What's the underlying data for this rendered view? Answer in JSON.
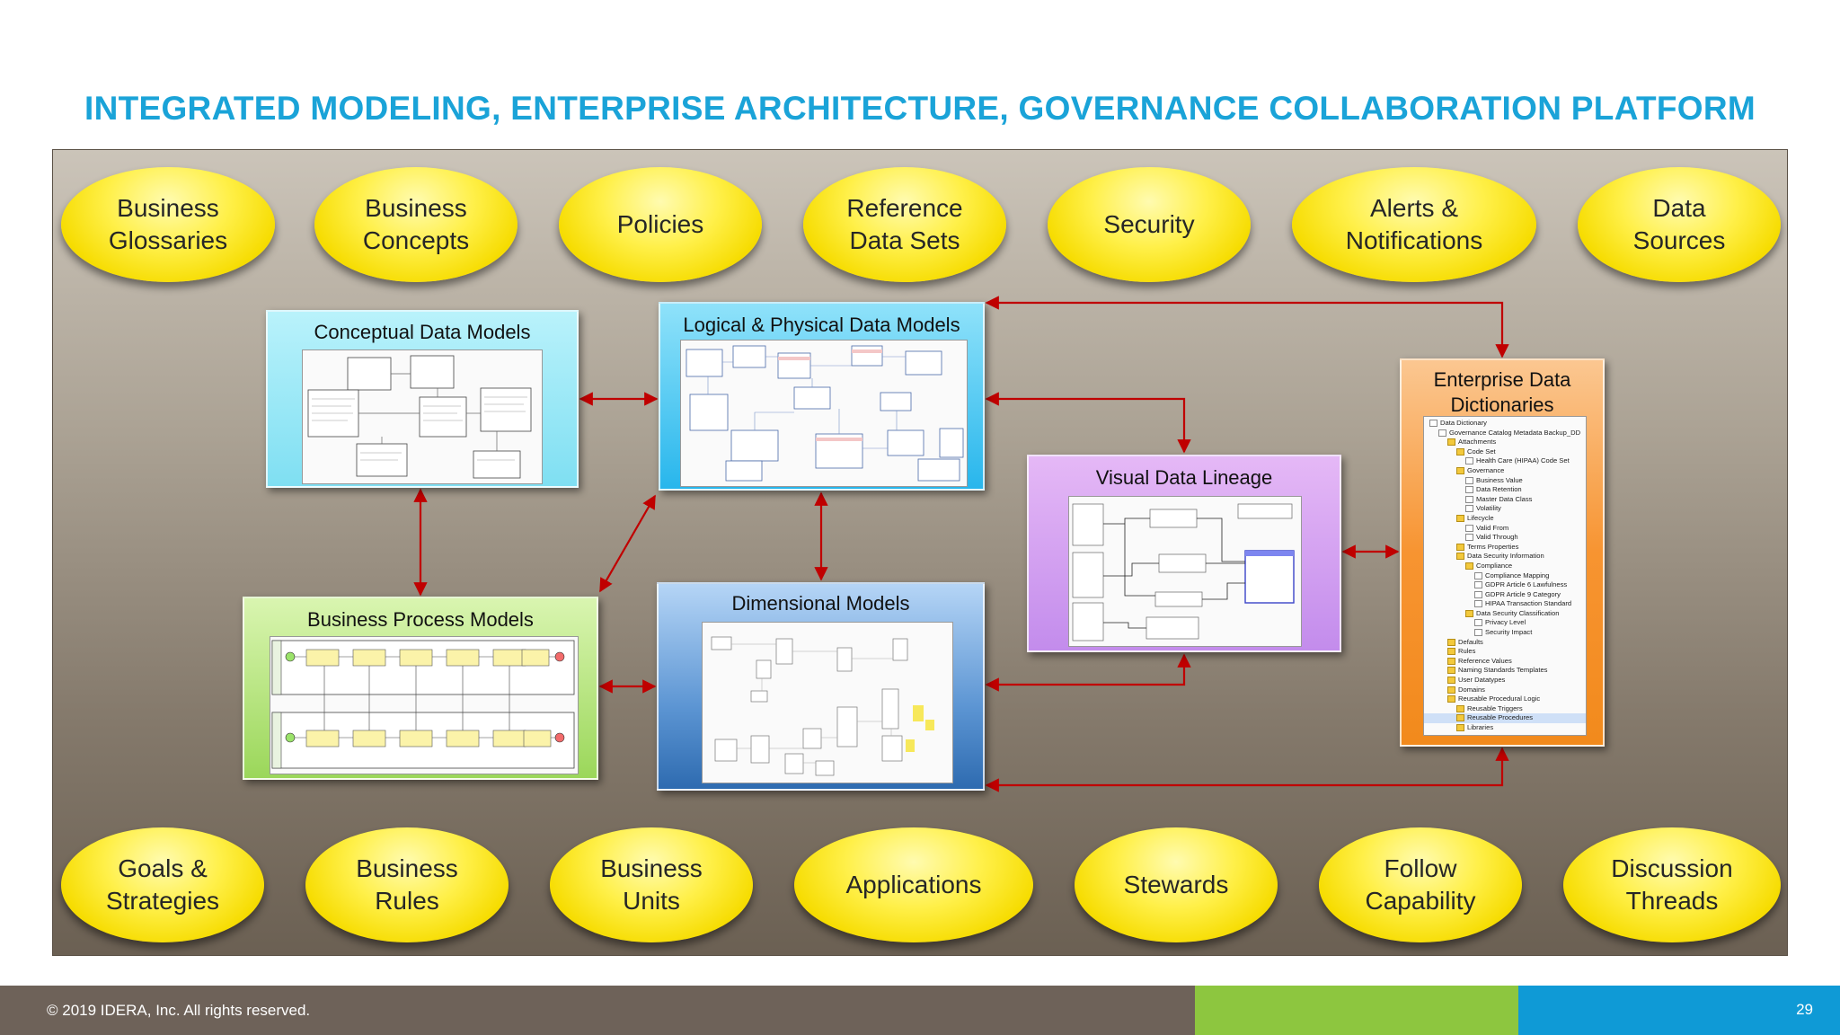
{
  "title": "INTEGRATED MODELING, ENTERPRISE ARCHITECTURE, GOVERNANCE COLLABORATION PLATFORM",
  "top_ovals": [
    {
      "label": "Business\nGlossaries"
    },
    {
      "label": "Business\nConcepts"
    },
    {
      "label": "Policies"
    },
    {
      "label": "Reference\nData Sets"
    },
    {
      "label": "Security"
    },
    {
      "label": "Alerts &\nNotifications"
    },
    {
      "label": "Data\nSources"
    }
  ],
  "bottom_ovals": [
    {
      "label": "Goals &\nStrategies"
    },
    {
      "label": "Business\nRules"
    },
    {
      "label": "Business\nUnits"
    },
    {
      "label": "Applications"
    },
    {
      "label": "Stewards"
    },
    {
      "label": "Follow\nCapability"
    },
    {
      "label": "Discussion\nThreads"
    }
  ],
  "models": {
    "conceptual": "Conceptual Data Models",
    "logical": "Logical & Physical  Data Models",
    "business_process": "Business Process Models",
    "dimensional": "Dimensional Models",
    "lineage": "Visual Data Lineage",
    "dictionaries": "Enterprise Data\nDictionaries"
  },
  "dictionary_tree": [
    "Data Dictionary",
    "Governance Catalog Metadata Backup_DD",
    "Attachments",
    "Code Set",
    "Health Care (HIPAA) Code Set",
    "Governance",
    "Business Value",
    "Data Retention",
    "Master Data Class",
    "Volatility",
    "Lifecycle",
    "Valid From",
    "Valid Through",
    "Terms Properties",
    "Data Security Information",
    "Compliance",
    "Compliance Mapping",
    "GDPR Article 6 Lawfulness",
    "GDPR Article 9 Category",
    "HIPAA Transaction Standard",
    "Data Security Classification",
    "Privacy Level",
    "Security Impact",
    "Defaults",
    "Rules",
    "Reference Values",
    "Naming Standards Templates",
    "User Datatypes",
    "Domains",
    "Reusable Procedural Logic",
    "Reusable Triggers",
    "Reusable Procedures",
    "Libraries"
  ],
  "colors": {
    "title": "#1aa3d8",
    "arrow": "#c00000",
    "oval": "#fff04a",
    "footer_dark": "#6e6259",
    "footer_green": "#8dc63f",
    "footer_blue": "#0f9ad6"
  },
  "footer": {
    "copyright": "© 2019 IDERA, Inc. All rights reserved.",
    "page_number": "29"
  }
}
